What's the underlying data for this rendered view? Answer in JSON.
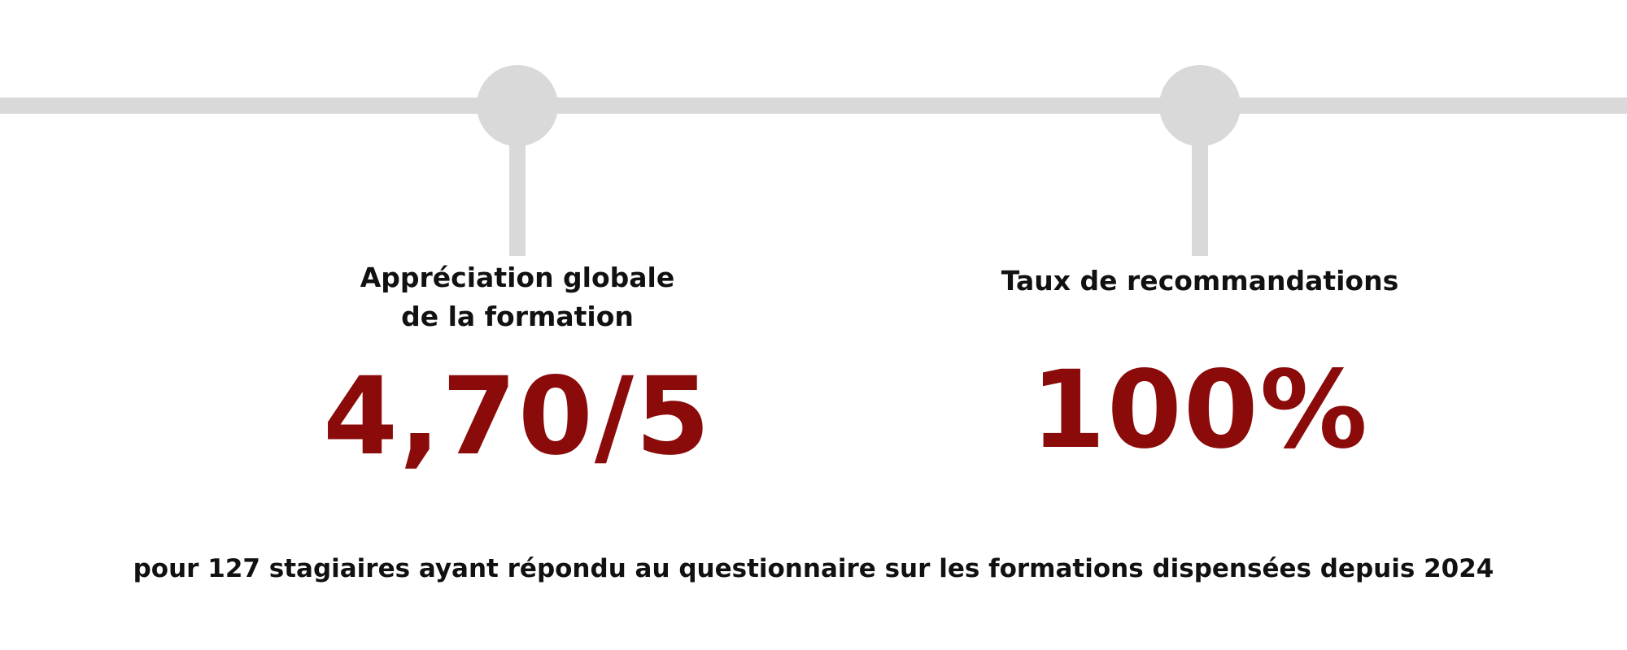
{
  "metrics": [
    {
      "label": "Appréciation globale\nde la formation",
      "value": "4,70/5"
    },
    {
      "label": "Taux de recommandations",
      "value": "100%"
    }
  ],
  "footnote": "pour 127 stagiaires ayant répondu au questionnaire sur les formations dispensées depuis 2024",
  "colors": {
    "accent": "#8b0a0a",
    "timeline": "#d9d9d9",
    "text": "#111111"
  }
}
